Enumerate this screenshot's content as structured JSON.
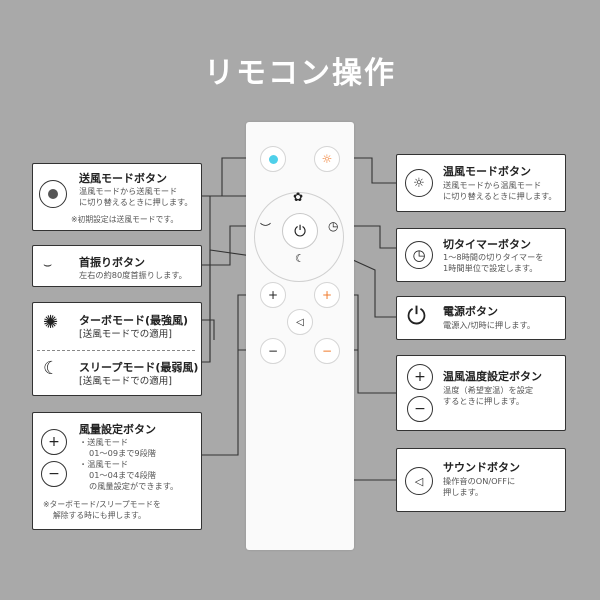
{
  "title": "リモコン操作",
  "remote": {
    "fan_icon": "fan-icon",
    "power_symbol": "⏻",
    "timer_symbol": "◷",
    "swing_symbol": "︶",
    "sleep_symbol": "☾",
    "plus": "+",
    "minus": "−",
    "sound_symbol": "◁",
    "sun_symbol": "☼",
    "colors": {
      "blue_led": "#4fd0ea",
      "orange": "#f07b2c"
    }
  },
  "left_cards": {
    "fan_mode": {
      "title": "送風モードボタン",
      "lines": [
        "温風モードから送風モード",
        "に切り替えるときに押します。"
      ],
      "note": "※初期設定は送風モードです。"
    },
    "swing": {
      "title": "首振りボタン",
      "lines": [
        "左右の約80度首振りします。"
      ]
    },
    "turbo_sleep": {
      "turbo_title": "ターボモード(最強風)",
      "turbo_sub": "[送風モードでの適用]",
      "sleep_title": "スリープモード(最弱風)",
      "sleep_sub": "[送風モードでの適用]"
    },
    "air_volume": {
      "title": "風量設定ボタン",
      "lines": [
        "・送風モード",
        "01～09まで9段階",
        "・温風モード",
        "01～04まで4段階",
        "の風量設定ができます。"
      ],
      "note1": "※ターボモード/スリープモードを",
      "note2": "解除する時にも押します。"
    }
  },
  "right_cards": {
    "heat_mode": {
      "title": "温風モードボタン",
      "lines": [
        "送風モードから温風モード",
        "に切り替えるときに押します。"
      ]
    },
    "timer": {
      "title": "切タイマーボタン",
      "lines": [
        "1～8時間の切りタイマーを",
        "1時間単位で設定します。"
      ]
    },
    "power": {
      "title": "電源ボタン",
      "lines": [
        "電源入/切時に押します。"
      ]
    },
    "temp": {
      "title": "温風温度設定ボタン",
      "lines": [
        "温度（希望室温）を設定",
        "するときに押します。"
      ]
    },
    "sound": {
      "title": "サウンドボタン",
      "lines": [
        "操作音のON/OFFに",
        "押します。"
      ]
    }
  }
}
